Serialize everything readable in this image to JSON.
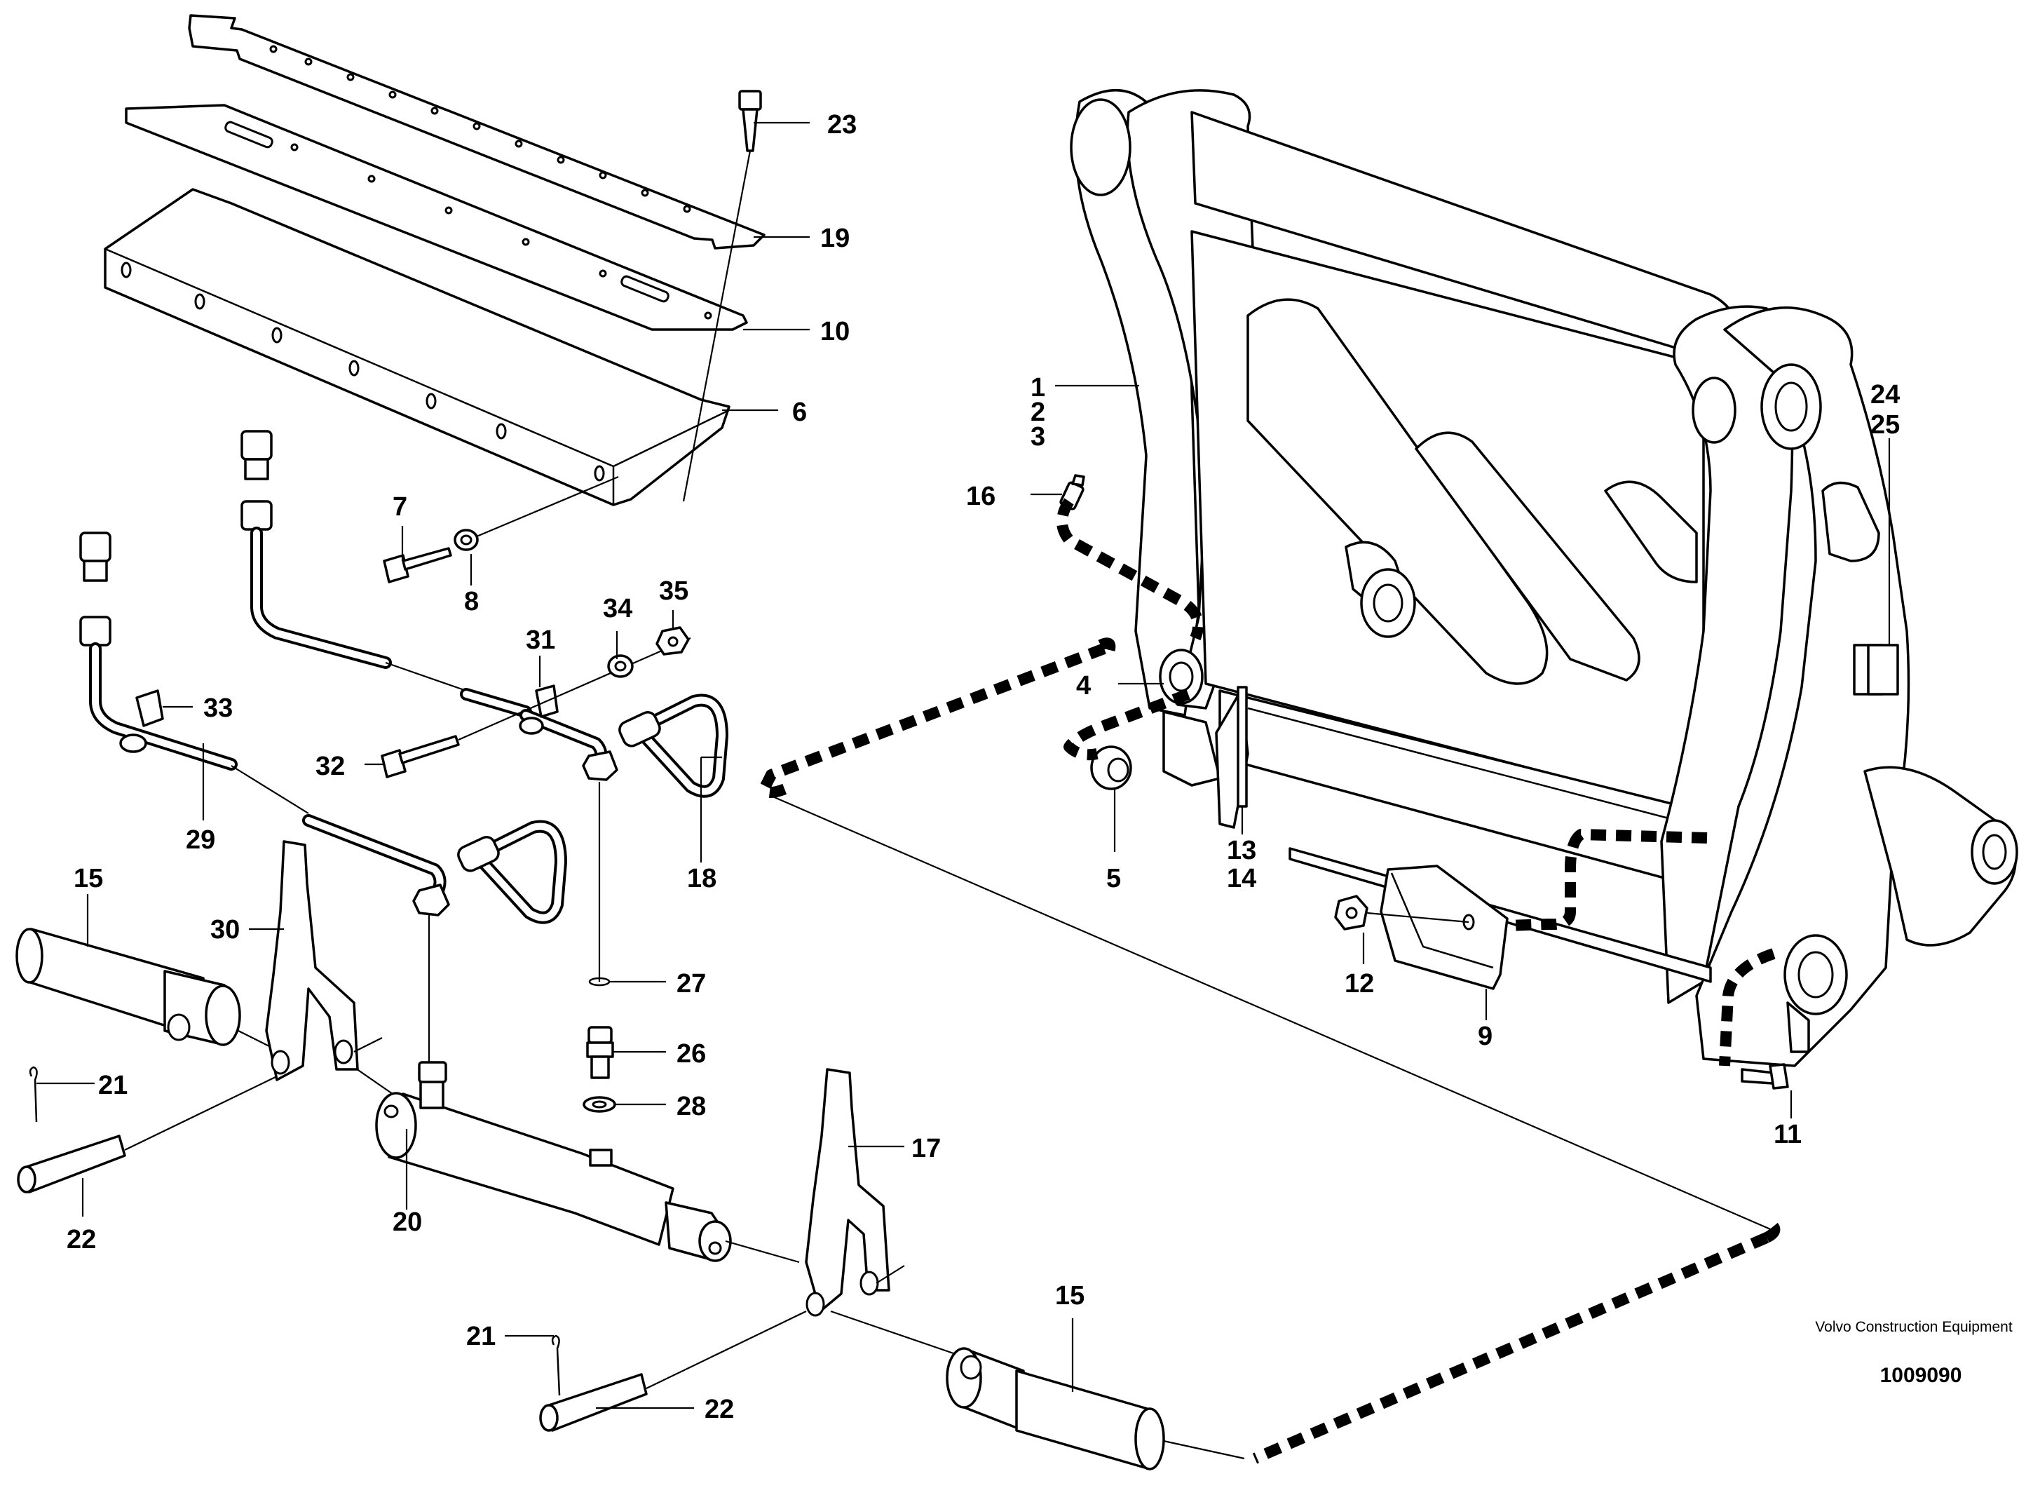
{
  "diagram": {
    "callouts": {
      "c1": "1",
      "c2": "2",
      "c3": "3",
      "c4": "4",
      "c5": "5",
      "c6": "6",
      "c7": "7",
      "c8": "8",
      "c9": "9",
      "c10": "10",
      "c11": "11",
      "c12": "12",
      "c13": "13",
      "c14": "14",
      "c15a": "15",
      "c15b": "15",
      "c16": "16",
      "c17": "17",
      "c18": "18",
      "c19": "19",
      "c20": "20",
      "c21a": "21",
      "c21b": "21",
      "c22a": "22",
      "c22b": "22",
      "c23": "23",
      "c24": "24",
      "c25": "25",
      "c26": "26",
      "c27": "27",
      "c28": "28",
      "c29": "29",
      "c30": "30",
      "c31": "31",
      "c32": "32",
      "c33": "33",
      "c34": "34",
      "c35": "35"
    },
    "brand_name": "Volvo Construction Equipment",
    "document_number": "1009090"
  },
  "colors": {
    "line": "#000000",
    "background": "#ffffff"
  }
}
